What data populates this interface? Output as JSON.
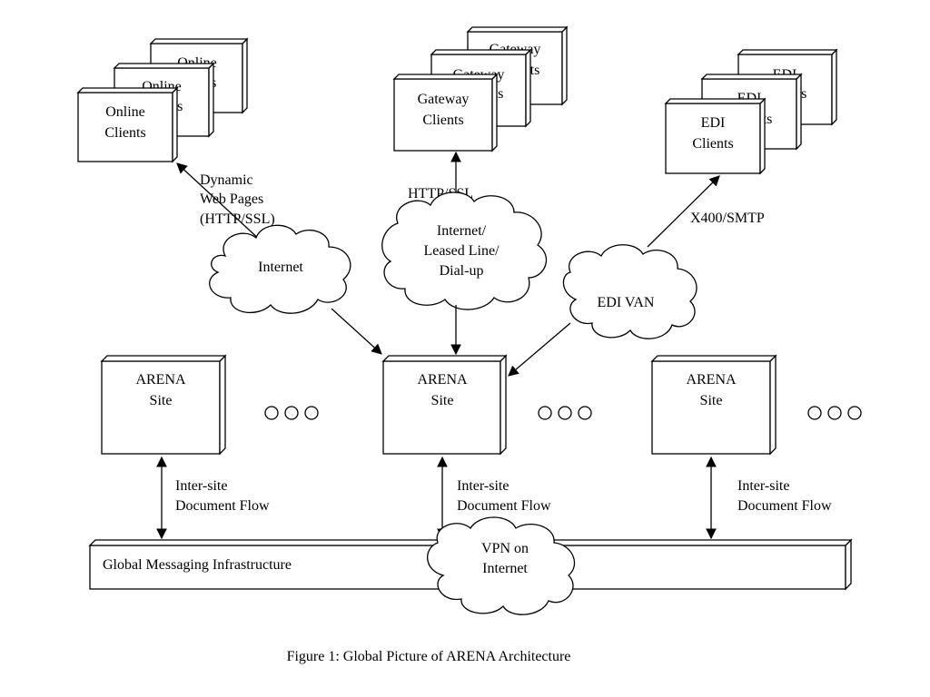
{
  "caption": "Figure 1: Global Picture of ARENA Architecture",
  "client_groups": {
    "online": {
      "back2": "Online",
      "back1": "Online",
      "front_line1": "Online",
      "front_line2": "Clients",
      "back_tail": "ts"
    },
    "gateway": {
      "back2": "Gateway",
      "back1": "Gateway",
      "front_line1": "Gateway",
      "front_line2": "Clients",
      "back_tail": "ts"
    },
    "edi": {
      "back2": "EDI",
      "back1": "EDI",
      "front_line1": "EDI",
      "front_line2": "Clients",
      "back_tail": "ts"
    }
  },
  "links": {
    "dynamic": [
      "Dynamic",
      "Web Pages",
      "(HTTP/SSL)"
    ],
    "http_ssl": "HTTP/SSL",
    "x400": "X400/SMTP"
  },
  "clouds": {
    "internet": "Internet",
    "leased": [
      "Internet/",
      "Leased Line/",
      "Dial-up"
    ],
    "edi_van": "EDI VAN",
    "vpn": [
      "VPN on",
      "Internet"
    ]
  },
  "sites": [
    {
      "line1": "ARENA",
      "line2": "Site"
    },
    {
      "line1": "ARENA",
      "line2": "Site"
    },
    {
      "line1": "ARENA",
      "line2": "Site"
    }
  ],
  "inter_site": [
    "Inter-site",
    "Document Flow"
  ],
  "gmi": "Global Messaging Infrastructure"
}
